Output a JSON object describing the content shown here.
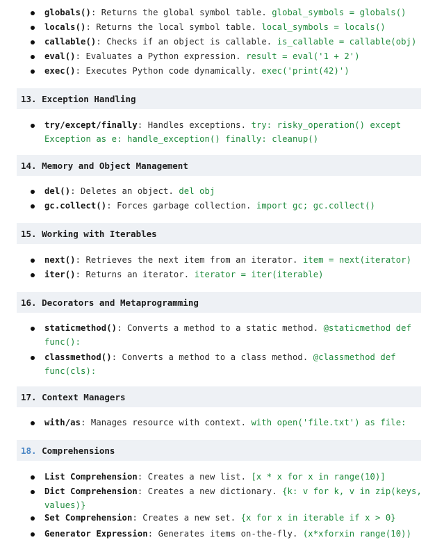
{
  "intro": [
    {
      "term": "globals()",
      "desc": ": Returns the global symbol table.",
      "code": "global_symbols = globals()"
    },
    {
      "term": "locals()",
      "desc": ": Returns the local symbol table.",
      "code": "local_symbols = locals()"
    },
    {
      "term": "callable()",
      "desc": ": Checks if an object is callable.",
      "code": "is_callable = callable(obj)"
    },
    {
      "term": "eval()",
      "desc": ": Evaluates a Python expression.",
      "code": "result = eval('1 + 2')"
    },
    {
      "term": "exec()",
      "desc": ": Executes Python code dynamically.",
      "code": "exec('print(42)')"
    }
  ],
  "sections": [
    {
      "title": "13. Exception Handling",
      "items": [
        {
          "term": "try/except/finally",
          "desc": ": Handles exceptions.",
          "code": "try: risky_operation() except Exception as e: handle_exception() finally: cleanup()"
        }
      ]
    },
    {
      "title": "14. Memory and Object Management",
      "items": [
        {
          "term": "del()",
          "desc": ": Deletes an object.",
          "code": "del obj"
        },
        {
          "term": "gc.collect()",
          "desc": ": Forces garbage collection.",
          "code": "import gc; gc.collect()"
        }
      ]
    },
    {
      "title": "15. Working with Iterables",
      "items": [
        {
          "term": "next()",
          "desc": ": Retrieves the next item from an iterator.",
          "code": "item = next(iterator)"
        },
        {
          "term": "iter()",
          "desc": ": Returns an iterator.",
          "code": "iterator = iter(iterable)"
        }
      ]
    },
    {
      "title": "16. Decorators and Metaprogramming",
      "items": [
        {
          "term": "staticmethod()",
          "desc": ": Converts a method to a static method.",
          "code": "@staticmethod def func():"
        },
        {
          "term": "classmethod()",
          "desc": ": Converts a method to a class method.",
          "code": "@classmethod def func(cls):"
        }
      ]
    },
    {
      "title": "17. Context Managers",
      "items": [
        {
          "term": "with/as",
          "desc": ": Manages resource with context.",
          "code": "with open('file.txt') as file:"
        }
      ]
    },
    {
      "title_num": "18.",
      "title_text": " Comprehensions",
      "items": [
        {
          "term": "List Comprehension",
          "desc": ": Creates a new list.",
          "code": "[x * x for x in range(10)]"
        },
        {
          "term": "Dict Comprehension",
          "desc": ": Creates a new dictionary.",
          "code": "{k: v for k, v in zip(keys, values)}"
        },
        {
          "term": "Set Comprehension",
          "desc": ": Creates a new set.",
          "code": "{x for x in iterable if x > 0}"
        },
        {
          "term": "Generator Expression",
          "desc": ": Generates items on-the-fly.",
          "code": "(x*xforxin range(10))"
        }
      ]
    }
  ],
  "colors": {
    "code": "#1e8a3c",
    "section_bg": "#eef1f5",
    "accent": "#4a86c5"
  }
}
